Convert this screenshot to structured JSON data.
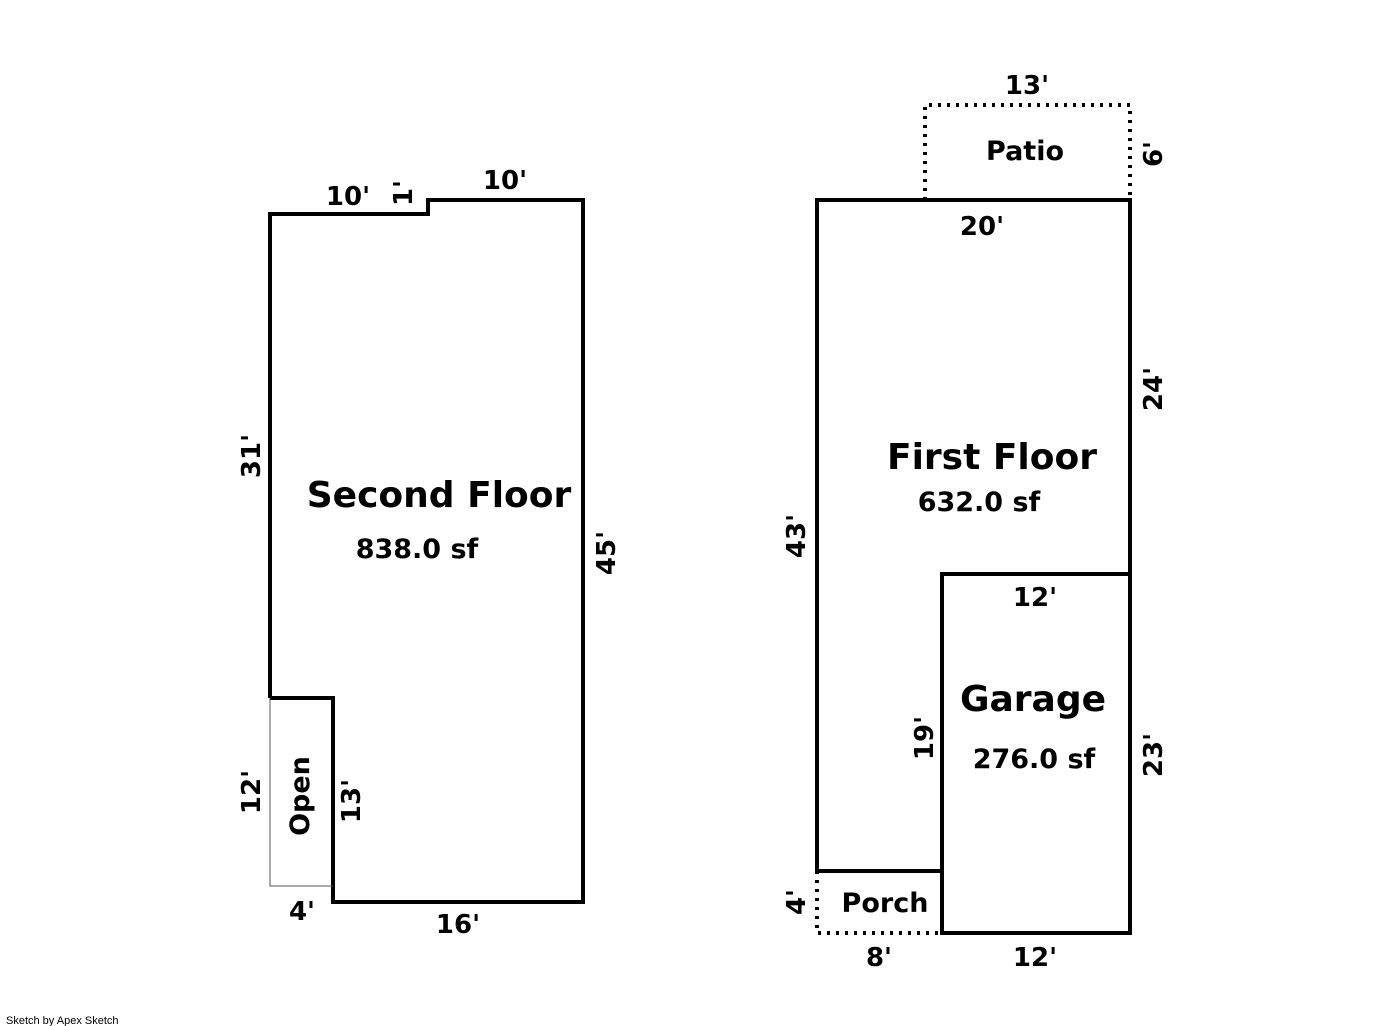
{
  "second_floor": {
    "label": "Second Floor",
    "area": "838.0 sf",
    "dims": {
      "top_left": "10'",
      "top_step": "1'",
      "top_right": "10'",
      "left_upper": "31'",
      "right": "45'",
      "left_lower": "12'",
      "notch_inner": "13'",
      "bottom_left": "4'",
      "bottom_right": "16'"
    }
  },
  "open_area": {
    "label": "Open"
  },
  "patio": {
    "label": "Patio",
    "dims": {
      "top": "13'",
      "right": "6'"
    }
  },
  "first_floor": {
    "label": "First Floor",
    "area": "632.0 sf",
    "dims": {
      "top": "20'",
      "right": "24'",
      "left": "43'"
    }
  },
  "garage": {
    "label": "Garage",
    "area": "276.0 sf",
    "dims": {
      "top": "12'",
      "left": "19'",
      "right": "23'",
      "bottom": "12'"
    }
  },
  "porch": {
    "label": "Porch",
    "dims": {
      "left": "4'",
      "bottom": "8'"
    }
  },
  "credit": "Sketch by Apex Sketch"
}
